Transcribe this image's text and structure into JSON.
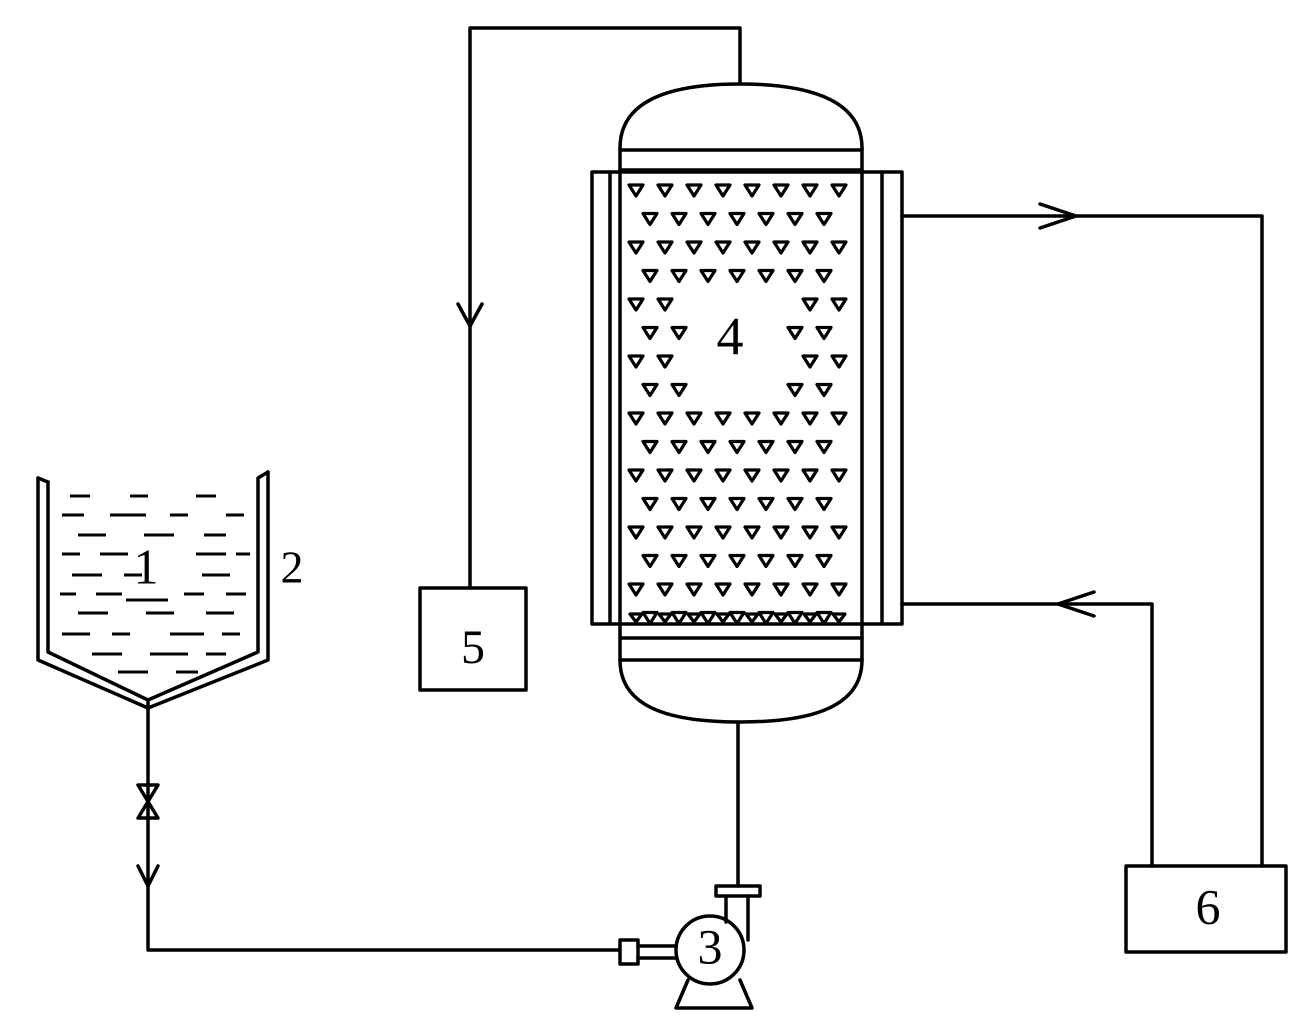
{
  "labels": {
    "feed_tank": "1",
    "jacket": "2",
    "pump": "3",
    "reactor": "4",
    "unit5": "5",
    "unit6": "6"
  },
  "colors": {
    "stroke": "#000000",
    "background": "#ffffff"
  }
}
